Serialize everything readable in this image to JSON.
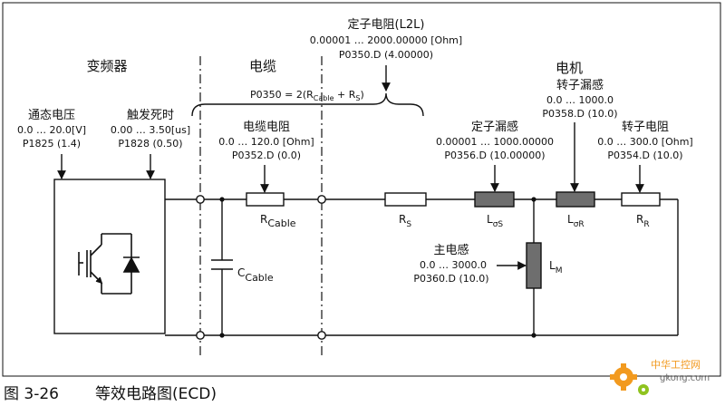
{
  "sections": {
    "inverter": "变频器",
    "cable": "电缆",
    "motor": "电机"
  },
  "on_voltage": {
    "title": "通态电压",
    "range": "0.0 … 20.0[V]",
    "param": "P1825 (1.4)"
  },
  "trigger_dead_time": {
    "title": "触发死时",
    "range": "0.00 … 3.50[us]",
    "param": "P1828 (0.50)"
  },
  "cable_resistance": {
    "title": "电缆电阻",
    "range": "0.0 … 120.0 [Ohm]",
    "param": "P0352.D (0.0)"
  },
  "stator_resistance": {
    "title": "定子电阻(L2L)",
    "range": "0.00001 … 2000.00000 [Ohm]",
    "param": "P0350.D (4.00000)"
  },
  "formula": {
    "prefix": "P0350 = 2(R",
    "sub1": "Cable",
    "mid": " + R",
    "sub2": "S",
    "suffix": ")"
  },
  "stator_leakage": {
    "title": "定子漏感",
    "range": "0.00001 … 1000.00000",
    "param": "P0356.D (10.00000)"
  },
  "rotor_leakage": {
    "title": "转子漏感",
    "range": "0.0 … 1000.0",
    "param": "P0358.D (10.0)"
  },
  "rotor_resistance": {
    "title": "转子电阻",
    "range": "0.0 … 300.0 [Ohm]",
    "param": "P0354.D (10.0)"
  },
  "main_inductance": {
    "title": "主电感",
    "range": "0.0 … 3000.0",
    "param": "P0360.D (10.0)"
  },
  "component_labels": {
    "r_cable": {
      "main": "R",
      "sub": "Cable"
    },
    "c_cable": {
      "main": "C",
      "sub": "Cable"
    },
    "r_s": {
      "main": "R",
      "sub": "S"
    },
    "l_sigma_s": {
      "main": "L",
      "sub": "σS"
    },
    "l_sigma_r": {
      "main": "L",
      "sub": "σR"
    },
    "r_r": {
      "main": "R",
      "sub": "R"
    },
    "l_m": {
      "main": "L",
      "sub": "M"
    }
  },
  "caption": {
    "number": "图 3-26",
    "title": "等效电路图(ECD)"
  },
  "watermark": {
    "name": "中华工控网",
    "url": "gkong.com"
  },
  "colors": {
    "line": "#111111",
    "inductor_fill": "#6e6e6e",
    "watermark_orange": "#f29a1f"
  }
}
